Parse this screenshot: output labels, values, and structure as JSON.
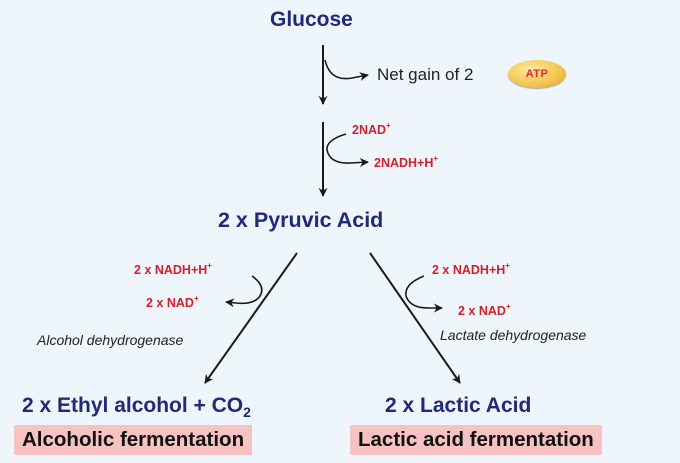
{
  "nodes": {
    "glucose": "Glucose",
    "pyruvic_acid": "2 x Pyruvic Acid",
    "ethyl_alcohol": "2 x Ethyl alcohol + CO",
    "ethyl_alcohol_sub": "2",
    "lactic_acid": "2 x Lactic Acid"
  },
  "glycolysis": {
    "net_gain": "Net  gain of 2",
    "atp": "ATP",
    "nad_in": "2NAD",
    "nad_in_sup": "+",
    "nadh_out": "2NADH+H",
    "nadh_out_sup": "+"
  },
  "left_branch": {
    "nadh_in": "2 x NADH+H",
    "nadh_in_sup": "+",
    "nad_out": "2 x NAD",
    "nad_out_sup": "+",
    "enzyme": "Alcohol dehydrogenase",
    "label": "Alcoholic fermentation"
  },
  "right_branch": {
    "nadh_in": "2 x NADH+H",
    "nadh_in_sup": "+",
    "nad_out": "2 x NAD",
    "nad_out_sup": "+",
    "enzyme": "Lactate dehydrogenase",
    "label": "Lactic acid fermentation"
  },
  "colors": {
    "node_text": "#1f2a78",
    "cofactor_text": "#d2202f",
    "band_fill": "#f6c2c2",
    "background": "#eef5fb"
  }
}
